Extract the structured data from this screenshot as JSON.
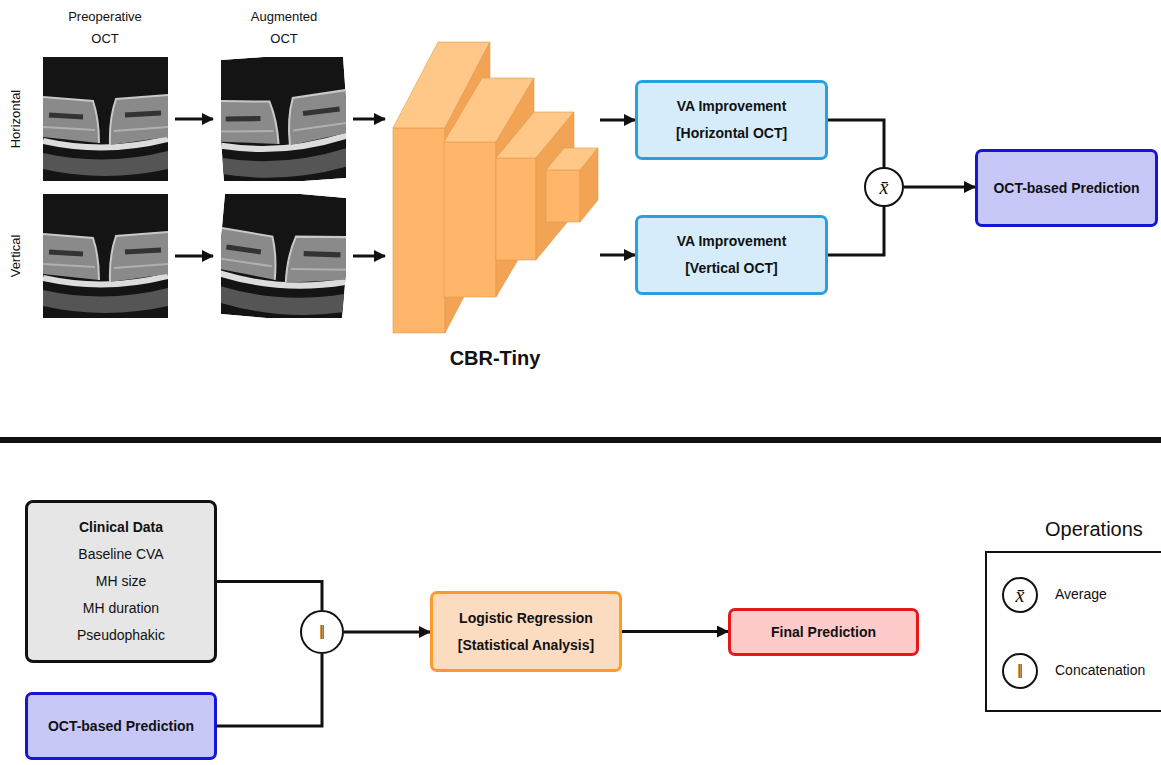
{
  "diagram": {
    "nodes": [
      {
        "text": [
          "CBR-Tiny"
        ]
      },
      {
        "text": [
          "VA Improvement [Horizontal OCT]"
        ]
      },
      {
        "text": [
          "VA Improvement [Vertical OCT]"
        ]
      },
      {
        "text": [
          "x̄"
        ]
      },
      {
        "text": [
          "OCT-based Prediction"
        ]
      },
      {
        "text": [
          "Clinical Data",
          "Baseline CVA",
          "MH size",
          "MH duration",
          "Pseudophakic"
        ]
      },
      {
        "text": [
          "OCT-based Prediction"
        ]
      },
      {
        "text": [
          "‖"
        ]
      },
      {
        "text": [
          "Logistic Regression [Statistical Analysis]"
        ]
      },
      {
        "text": [
          "Final Prediction"
        ]
      },
      {
        "text": [
          "Operations"
        ]
      },
      {
        "text": [
          "x̄"
        ],
        "in": 10
      },
      {
        "text": [
          "‖"
        ],
        "in": 10
      }
    ],
    "edges": [
      {
        "from": 0,
        "to": 1,
        "arrow": "to"
      },
      {
        "from": 0,
        "to": 2,
        "arrow": "to"
      },
      {
        "from": 1,
        "to": 3,
        "arrow": "none"
      },
      {
        "from": 2,
        "to": 3,
        "arrow": "none"
      },
      {
        "from": 3,
        "to": 4,
        "arrow": "to"
      },
      {
        "from": 5,
        "to": 7,
        "arrow": "none"
      },
      {
        "from": 6,
        "to": 7,
        "arrow": "none"
      },
      {
        "from": 7,
        "to": 8,
        "arrow": "to"
      },
      {
        "from": 8,
        "to": 9,
        "arrow": "to"
      }
    ],
    "labels": [
      "Preoperative OCT",
      "Augmented OCT",
      "Horizontal",
      "Vertical"
    ],
    "legend": [
      {
        "text": "Average"
      },
      {
        "text": "Concatenation"
      }
    ]
  }
}
